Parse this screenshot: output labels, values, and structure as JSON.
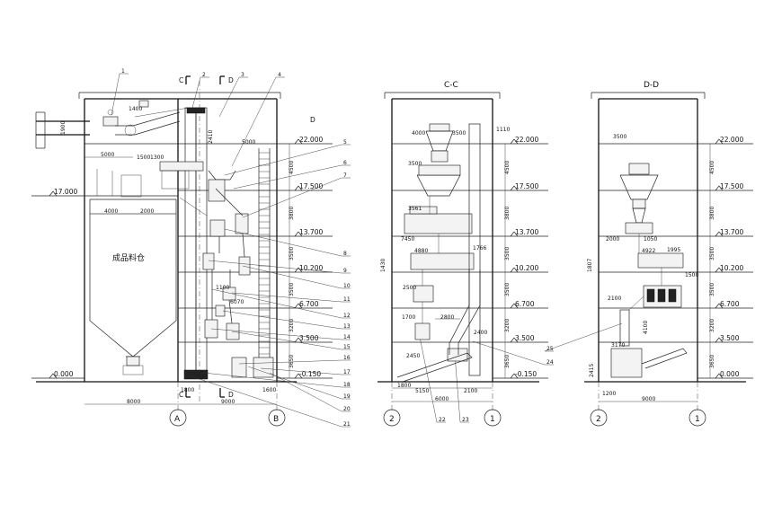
{
  "sections": {
    "main": {
      "cut_c": "C",
      "cut_d": "D",
      "col_a": "A",
      "col_b": "B",
      "pipe_note": "1900",
      "silo_label": "成品料仓",
      "top_label": "D"
    },
    "cc": {
      "title": "C-C",
      "col_left": "2",
      "col_right": "1"
    },
    "dd": {
      "title": "D-D",
      "col_left": "2",
      "col_right": "1"
    }
  },
  "levels_main": [
    "22.000",
    "17.500",
    "13.700",
    "10.200",
    "6.700",
    "3.500",
    "-0.150"
  ],
  "levels_cc": [
    "22.000",
    "17.500",
    "13.700",
    "10.200",
    "6.700",
    "3.500",
    "-0.150"
  ],
  "levels_dd": [
    "22.000",
    "17.500",
    "13.700",
    "10.200",
    "6.700",
    "3.500",
    "0.000"
  ],
  "silo_top_level": "17.000",
  "ground_level": "0.000",
  "floor_heights": [
    "4500",
    "3800",
    "3500",
    "3500",
    "3200",
    "3650"
  ],
  "floor_heights_dd": [
    "4500",
    "3800",
    "3500",
    "3500",
    "3200",
    "3650"
  ],
  "dims_main": {
    "d5000a": "5000",
    "d4000": "4000",
    "d2000": "2000",
    "d8000": "8000",
    "d9000": "9000",
    "d1400": "1400",
    "d1500": "1500",
    "d1300": "1300",
    "d5000b": "5000",
    "d2410": "2410",
    "d1600": "1600",
    "d1800": "1800",
    "d6070": "6070",
    "d1100": "1100"
  },
  "dims_cc": {
    "d4000": "4000",
    "d3500": "3500",
    "d1110": "1110",
    "d6000": "6000",
    "d5150": "5150",
    "d2100": "2100",
    "d1800": "1800",
    "d2450": "2450",
    "d1766": "1766",
    "d1430": "1430",
    "d2500": "2500",
    "d1700": "1700",
    "d2800": "2800",
    "d4880": "4880",
    "d2400": "2400",
    "d3561": "3561",
    "d7450": "7450"
  },
  "dims_dd": {
    "d3500": "3500",
    "d9000": "9000",
    "d1200": "1200",
    "d2000": "2000",
    "d1995": "1995",
    "d4922": "4922",
    "d1500": "1500",
    "d2100": "2100",
    "d1807": "1807",
    "d3170": "3170",
    "d2415": "2415",
    "d3800": "3800",
    "d4100": "4100",
    "d1050": "1050"
  },
  "callouts": [
    "1",
    "2",
    "3",
    "4",
    "5",
    "6",
    "7",
    "8",
    "9",
    "10",
    "11",
    "12",
    "13",
    "14",
    "15",
    "16",
    "17",
    "18",
    "19",
    "20",
    "21",
    "22",
    "23",
    "24",
    "25"
  ]
}
